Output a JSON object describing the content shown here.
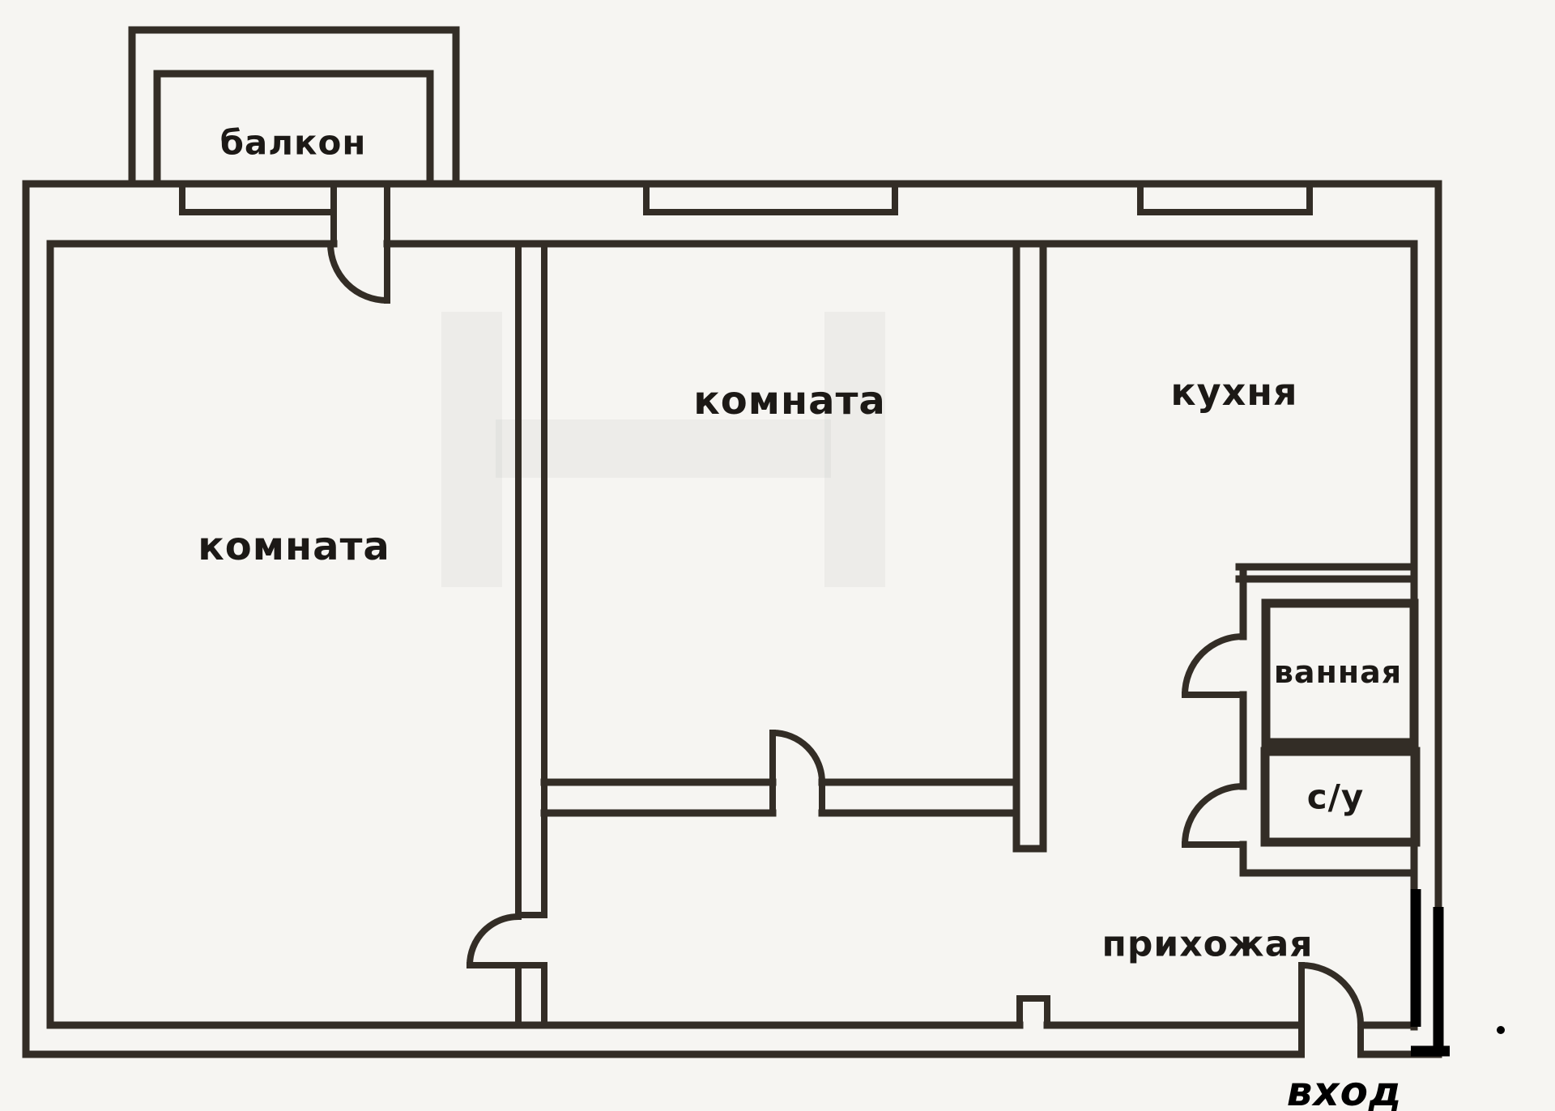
{
  "rooms": [
    {
      "id": "balcony",
      "label": "балкон"
    },
    {
      "id": "room-left",
      "label": "комната"
    },
    {
      "id": "room-middle",
      "label": "комната"
    },
    {
      "id": "kitchen",
      "label": "кухня"
    },
    {
      "id": "bathroom",
      "label": "ванная"
    },
    {
      "id": "toilet",
      "label": "с/у"
    },
    {
      "id": "hallway",
      "label": "прихожая"
    },
    {
      "id": "entrance",
      "label": "вход"
    }
  ],
  "colors": {
    "background": "#f6f5f2",
    "wall": "#332d26",
    "text": "#1c1916",
    "entrance_mark": "#000000"
  }
}
